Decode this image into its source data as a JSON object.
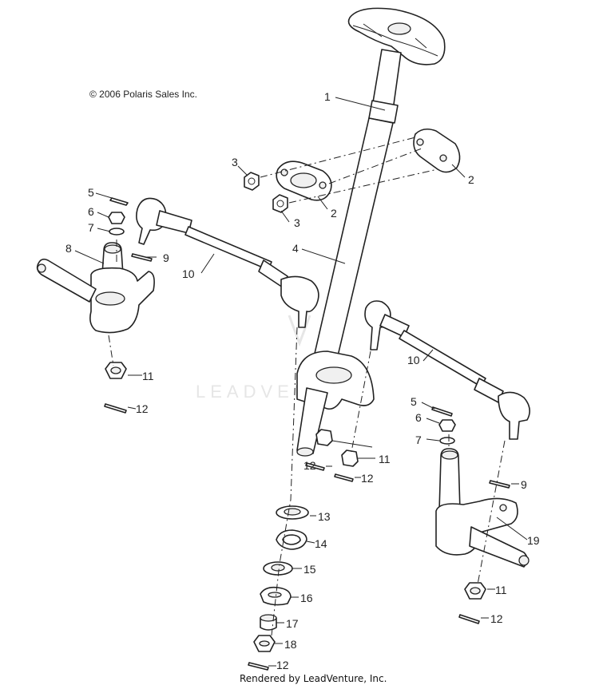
{
  "diagram": {
    "copyright": "© 2006 Polaris Sales Inc.",
    "watermark": "LEADVENTURE",
    "footer": "Rendered by LeadVenture, Inc.",
    "callouts": {
      "c1": "1",
      "c2a": "2",
      "c2b": "2",
      "c3a": "3",
      "c3b": "3",
      "c4": "4",
      "c5l": "5",
      "c5r": "5",
      "c6l": "6",
      "c6r": "6",
      "c7l": "7",
      "c7r": "7",
      "c8": "8",
      "c9l": "9",
      "c9r": "9",
      "c10l": "10",
      "c10r": "10",
      "c11l": "11",
      "c11c": "11",
      "c11r": "11",
      "c12l": "12",
      "c12c1": "12",
      "c12c2": "12",
      "c12r": "12",
      "c12b": "12",
      "c13": "13",
      "c14": "14",
      "c15": "15",
      "c16": "16",
      "c17": "17",
      "c18": "18",
      "c19": "19"
    }
  }
}
